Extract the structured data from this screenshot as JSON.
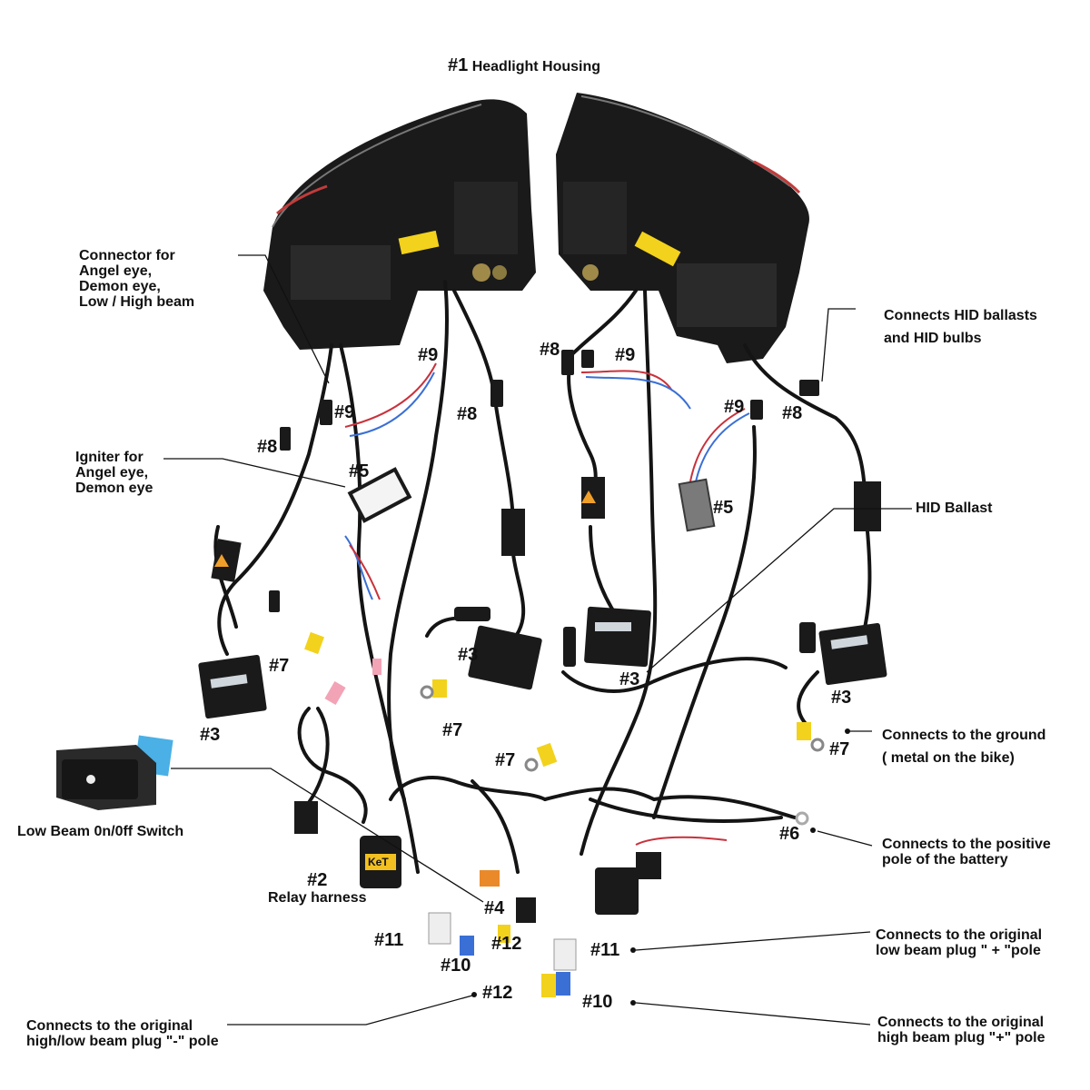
{
  "title": {
    "code": "#1",
    "text": "Headlight Housing"
  },
  "annotations": {
    "connector": [
      "Connector for",
      "Angel eye,",
      "Demon eye,",
      "Low  / High beam"
    ],
    "igniter": [
      "Igniter for",
      "Angel eye,",
      "Demon eye"
    ],
    "hid_connect": [
      "Connects HID ballasts",
      "and HID bulbs"
    ],
    "hid_ballast": "HID Ballast",
    "ground": [
      "Connects to the ground",
      "( metal on the bike)"
    ],
    "positive": [
      "Connects to the positive",
      "pole of the battery"
    ],
    "low_plus": [
      "Connects to the original",
      "low beam plug \" + \"pole"
    ],
    "high_plus": [
      "Connects to the original",
      "high beam plug \"+\" pole"
    ],
    "minus": [
      "Connects to the original",
      "high/low beam plug \"-\" pole"
    ],
    "switch": "Low Beam 0n/0ff Switch",
    "relay": {
      "code": "#2",
      "text": "Relay harness"
    },
    "relay_tag": "KeT"
  },
  "part_numbers": {
    "n9_left_top": "#9",
    "n9_left": "#9",
    "n9_mid": "#9",
    "n9_right": "#9",
    "n8_left": "#8",
    "n8_mid_left": "#8",
    "n8_mid": "#8",
    "n8_right": "#8",
    "n5_left": "#5",
    "n5_right": "#5",
    "n3_a": "#3",
    "n3_b": "#3",
    "n3_c": "#3",
    "n3_d": "#3",
    "n7_a": "#7",
    "n7_b": "#7",
    "n7_c": "#7",
    "n7_d": "#7",
    "n6": "#6",
    "n4": "#4",
    "n11_left": "#11",
    "n11_right": "#11",
    "n12_left": "#12",
    "n12_bottom": "#12",
    "n10_left": "#10",
    "n10_right": "#10"
  },
  "colors": {
    "housing": "#1a1a1a",
    "wire": "#141414",
    "wire_red": "#c8323c",
    "wire_blue": "#3a6fd6",
    "label_yellow": "#f2d21c",
    "label_pink": "#f3a3b6",
    "switch_blue": "#4ab0e6",
    "connector_orange": "#e9892a"
  }
}
